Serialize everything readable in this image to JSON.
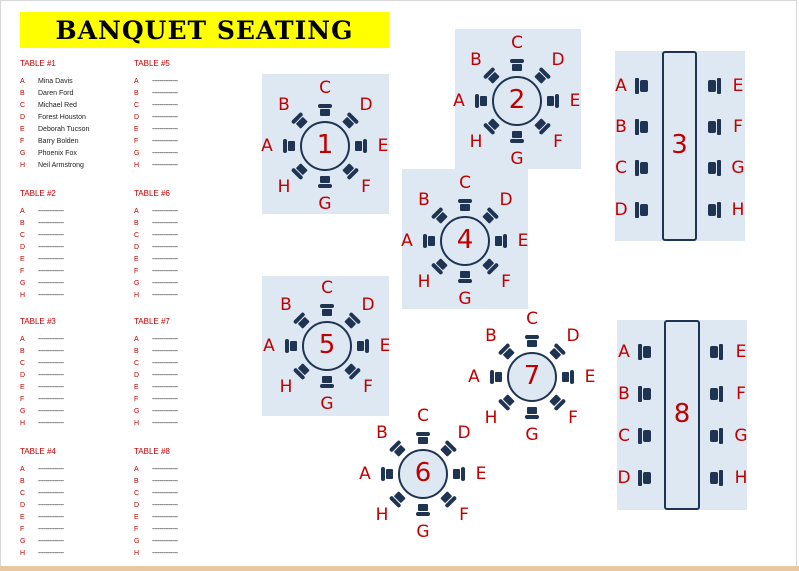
{
  "title": "BANQUET SEATING",
  "letters": [
    "A",
    "B",
    "C",
    "D",
    "E",
    "F",
    "G",
    "H"
  ],
  "dash": "--------------",
  "lists": [
    {
      "head": "TABLE #1",
      "names": [
        "Mina Davis",
        "Daren Ford",
        "Michael Red",
        "Forest Houston",
        "Deborah Tucson",
        "Barry Bolden",
        "Phoenix Fox",
        "Neil Armstrong"
      ]
    },
    {
      "head": "TABLE #5",
      "names": null
    },
    {
      "head": "TABLE #2",
      "names": null
    },
    {
      "head": "TABLE #6",
      "names": null
    },
    {
      "head": "TABLE #3",
      "names": null
    },
    {
      "head": "TABLE #7",
      "names": null
    },
    {
      "head": "TABLE #4",
      "names": null
    },
    {
      "head": "TABLE #8",
      "names": null
    }
  ],
  "round_tables": [
    {
      "number": "1"
    },
    {
      "number": "2"
    },
    {
      "number": "4"
    },
    {
      "number": "5"
    },
    {
      "number": "7"
    },
    {
      "number": "6"
    }
  ],
  "rect_tables": [
    {
      "number": "3"
    },
    {
      "number": "8"
    }
  ],
  "colors": {
    "accent": "#c00000",
    "chair": "#1f3452",
    "tile": "#dde8f3",
    "title_bg": "#ffff00"
  }
}
